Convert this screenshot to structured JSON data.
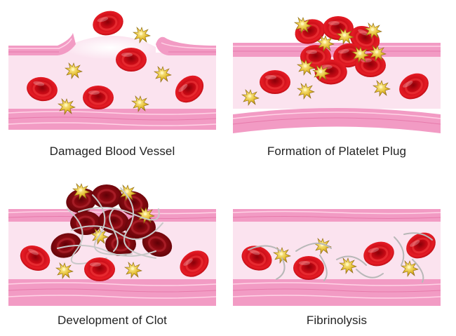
{
  "panels": [
    {
      "id": "damaged",
      "caption": "Damaged Blood Vessel"
    },
    {
      "id": "plug",
      "caption": "Formation of Platelet Plug"
    },
    {
      "id": "clot",
      "caption": "Development of Clot"
    },
    {
      "id": "fibrinolysis",
      "caption": "Fibrinolysis"
    }
  ],
  "colors": {
    "vessel_wall": "#f29bc4",
    "vessel_lumen": "#fbe3ef",
    "rbc": "#d9141f",
    "platelet": "#e8c43a",
    "fibrin": "#b8b8b8"
  }
}
